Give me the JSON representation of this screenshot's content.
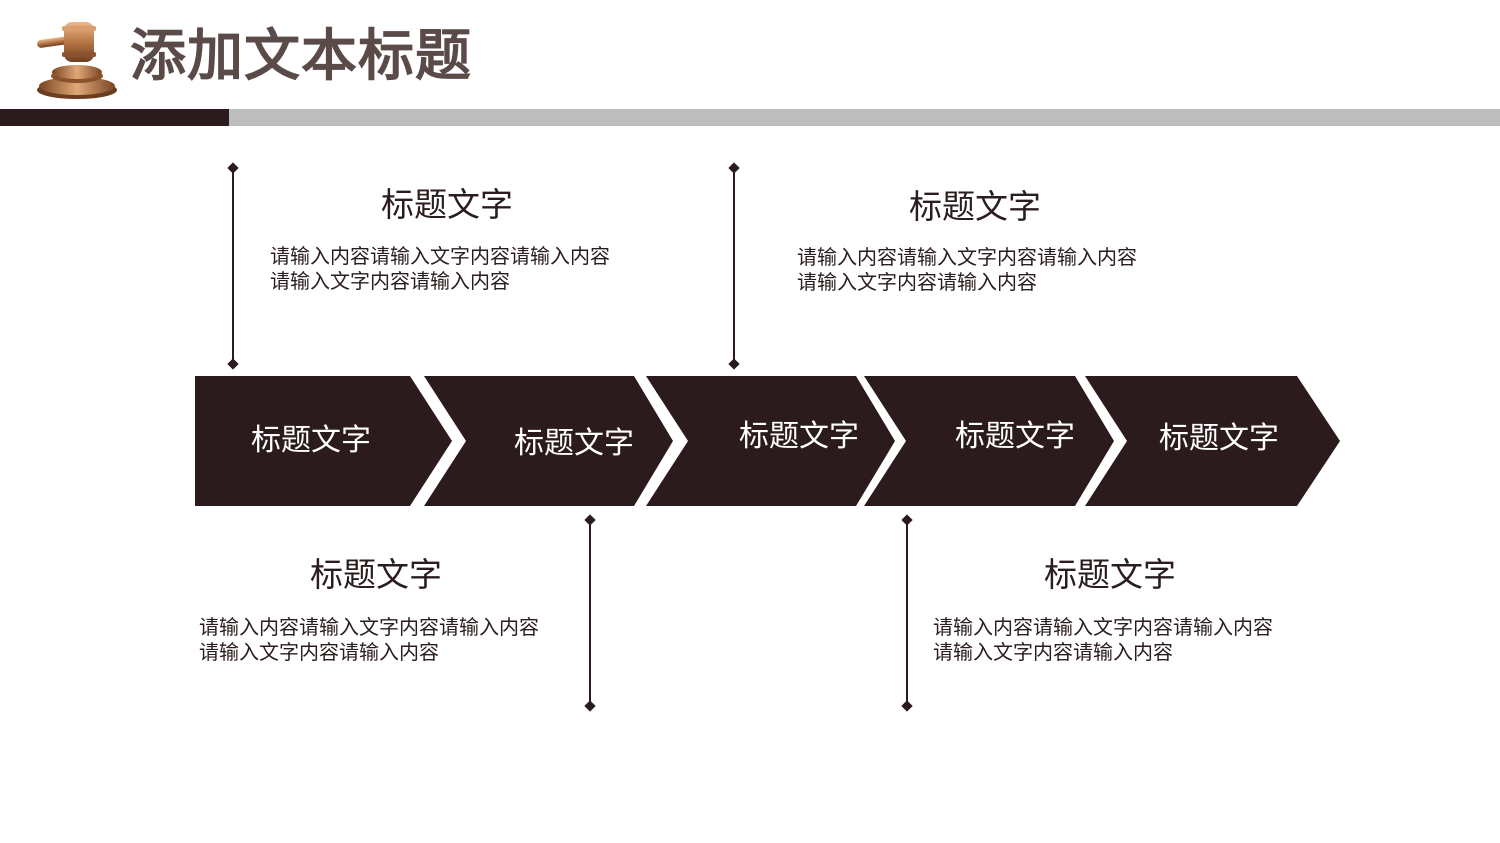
{
  "header": {
    "title": "添加文本标题",
    "colors": {
      "title": "#5a4a48",
      "bar_dark": "#2b1b1c",
      "bar_light": "#bdbdbd",
      "gavel": "#b87745"
    }
  },
  "diagram": {
    "arrow_color": "#2b1b1c",
    "steps": [
      {
        "label": "标题文字"
      },
      {
        "label": "标题文字"
      },
      {
        "label": "标题文字"
      },
      {
        "label": "标题文字"
      },
      {
        "label": "标题文字"
      }
    ],
    "callouts": [
      {
        "title": "标题文字",
        "line1": "请输入内容请输入文字内容请输入内容",
        "line2": "请输入文字内容请输入内容"
      },
      {
        "title": "标题文字",
        "line1": "请输入内容请输入文字内容请输入内容",
        "line2": "请输入文字内容请输入内容"
      },
      {
        "title": "标题文字",
        "line1": "请输入内容请输入文字内容请输入内容",
        "line2": "请输入文字内容请输入内容"
      },
      {
        "title": "标题文字",
        "line1": "请输入内容请输入文字内容请输入内容",
        "line2": "请输入文字内容请输入内容"
      }
    ]
  }
}
